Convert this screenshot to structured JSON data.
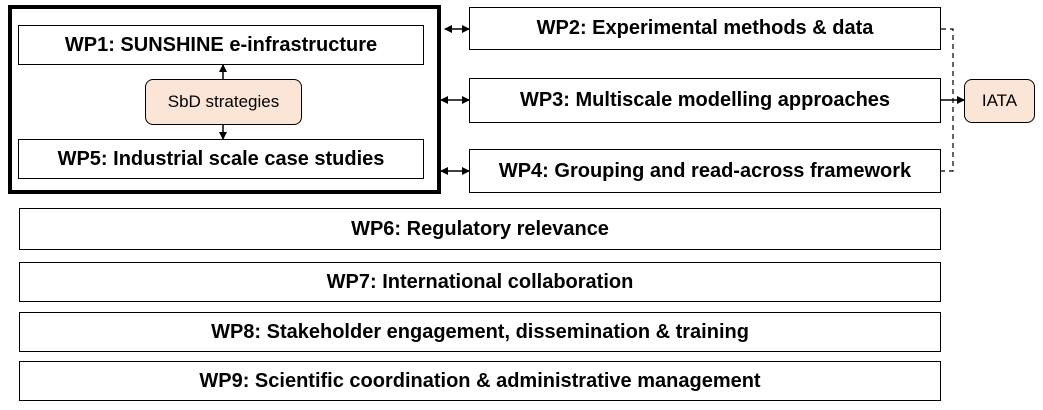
{
  "work_packages": {
    "wp1": "WP1: SUNSHINE e-infrastructure",
    "wp2": "WP2: Experimental methods & data",
    "wp3": "WP3: Multiscale modelling approaches",
    "wp4": "WP4: Grouping and read-across framework",
    "wp5": "WP5: Industrial scale case studies",
    "wp6": "WP6: Regulatory relevance",
    "wp7": "WP7: International collaboration",
    "wp8": "WP8: Stakeholder engagement, dissemination & training",
    "wp9": "WP9: Scientific coordination & administrative management"
  },
  "sbd_strategies": "SbD strategies",
  "iata": "IATA",
  "colors": {
    "pill_fill": "#fbe5d6",
    "border": "#000000"
  }
}
